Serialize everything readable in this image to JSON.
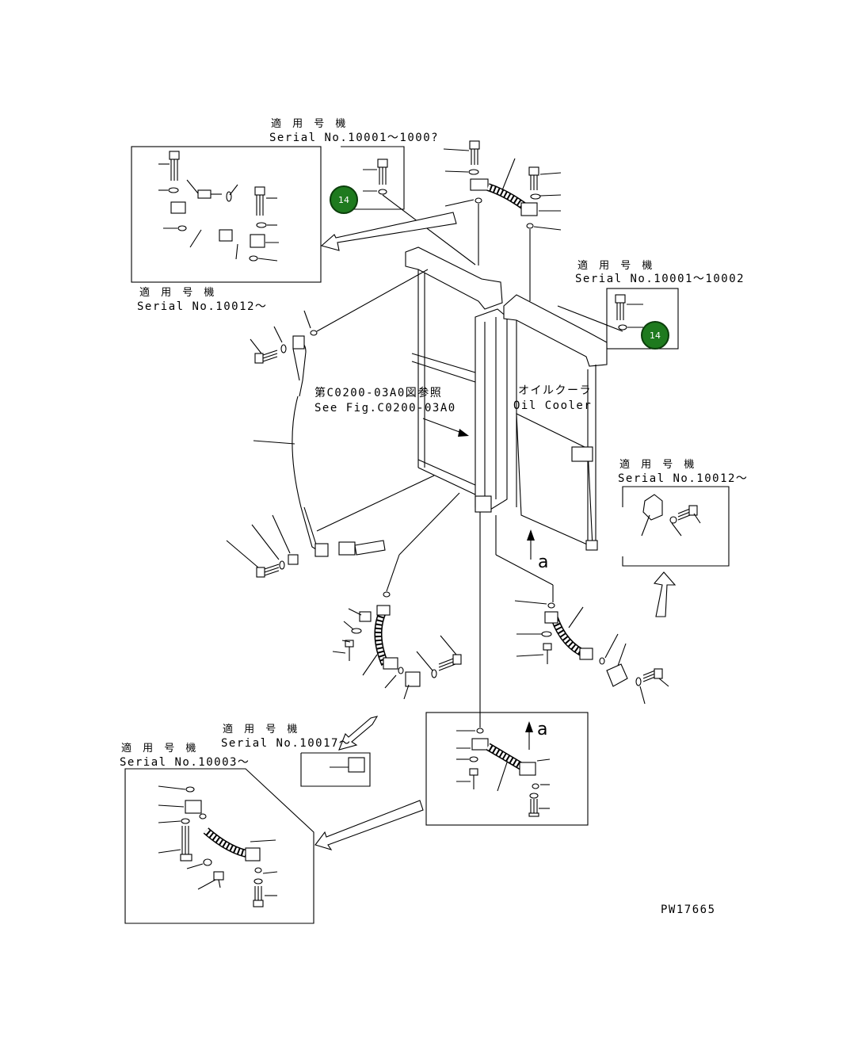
{
  "labels": {
    "serial_top_ja": "適 用 号 機",
    "serial_top": "Serial No.10001～1000?",
    "serial_tl_ja": "適 用 号 機",
    "serial_tl": "Serial No.10012～",
    "serial_tr_ja": "適 用 号 機",
    "serial_tr": "Serial No.10001～10002",
    "see_fig_ja": "第C0200-03A0図参照",
    "see_fig": "See Fig.C0200-03A0",
    "oil_cooler_ja": "オイルクーラ",
    "oil_cooler": "Oil Cooler",
    "serial_right_ja": "適 用 号 機",
    "serial_right": "Serial No.10012～",
    "serial_mid_ja": "適 用 号 機",
    "serial_mid": "Serial No.10017～",
    "serial_bl_ja": "適 用 号 機",
    "serial_bl": "Serial No.10003～",
    "view_a_1": "a",
    "view_a_2": "a",
    "drawing_no": "PW17665"
  },
  "badges": [
    "14",
    "14"
  ],
  "colors": {
    "badge_fill": "#1e7a1e",
    "line": "#000000"
  }
}
